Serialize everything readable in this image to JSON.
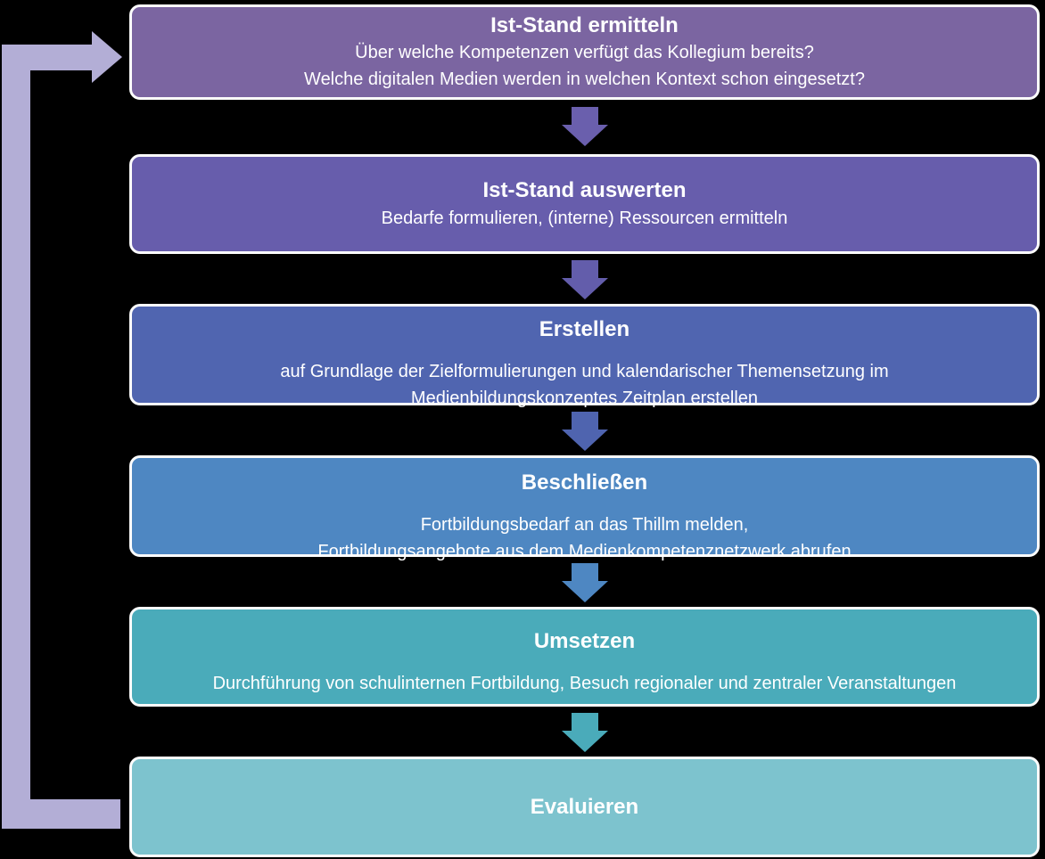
{
  "diagram": {
    "background_color": "#000000",
    "feedback_arrow_color": "#b3aed6",
    "box_border_color": "#fcfcfc",
    "text_color": "#ffffff",
    "connector_colors": [
      "#6a5fad",
      "#635dab",
      "#4f64af",
      "#4e87c2",
      "#4aabba"
    ],
    "steps": [
      {
        "title": "Ist-Stand ermitteln",
        "lines": [
          "Über welche Kompetenzen verfügt das Kollegium bereits?",
          "Welche digitalen Medien werden in welchen Kontext schon eingesetzt?"
        ],
        "color": "#7b65a1"
      },
      {
        "title": "Ist-Stand auswerten",
        "lines": [
          "Bedarfe formulieren, (interne) Ressourcen ermitteln"
        ],
        "color": "#675dac"
      },
      {
        "title": "Erstellen",
        "lines": [
          "auf Grundlage der Zielformulierungen und kalendarischer Themensetzung im",
          "Medienbildungskonzeptes Zeitplan erstellen"
        ],
        "color": "#5065b0"
      },
      {
        "title": "Beschließen",
        "lines": [
          "Fortbildungsbedarf an das Thillm melden,",
          "Fortbildungsangebote aus dem Medienkompetenznetzwerk abrufen"
        ],
        "color": "#4e87c2"
      },
      {
        "title": "Umsetzen",
        "lines": [
          "Durchführung von schulinternen Fortbildung, Besuch regionaler und zentraler Veranstaltungen"
        ],
        "color": "#4aabba"
      },
      {
        "title": "Evaluieren",
        "lines": [],
        "color": "#7dc3ce"
      }
    ]
  }
}
